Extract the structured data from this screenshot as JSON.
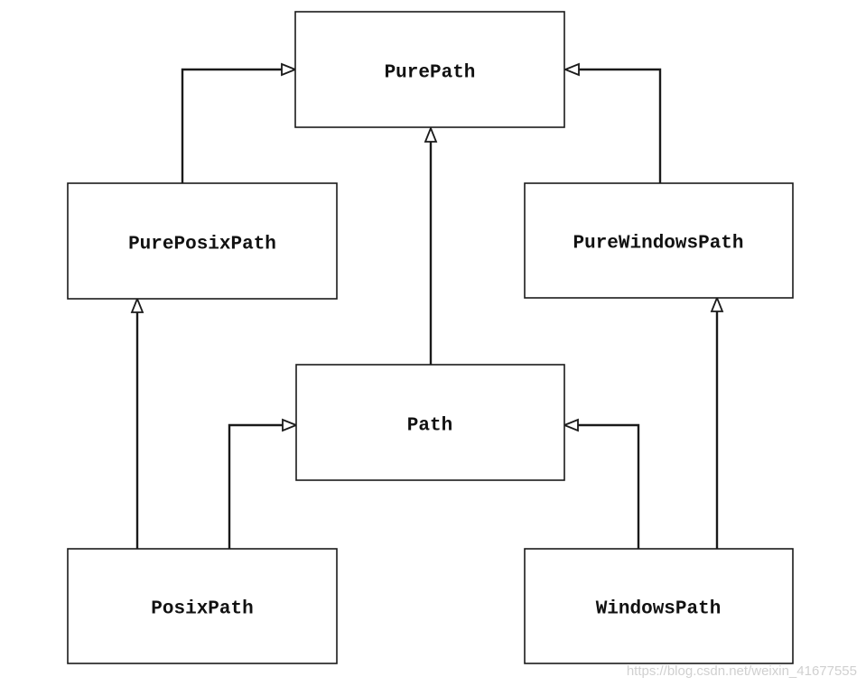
{
  "diagram": {
    "nodes": {
      "pure_path": "PurePath",
      "pure_posix_path": "PurePosixPath",
      "pure_windows_path": "PureWindowsPath",
      "path": "Path",
      "posix_path": "PosixPath",
      "windows_path": "WindowsPath"
    },
    "edges": [
      {
        "from": "pure_posix_path",
        "to": "pure_path",
        "arrow": "hollow-triangle"
      },
      {
        "from": "pure_windows_path",
        "to": "pure_path",
        "arrow": "hollow-triangle"
      },
      {
        "from": "path",
        "to": "pure_path",
        "arrow": "hollow-triangle"
      },
      {
        "from": "posix_path",
        "to": "pure_posix_path",
        "arrow": "hollow-triangle"
      },
      {
        "from": "posix_path",
        "to": "path",
        "arrow": "hollow-triangle"
      },
      {
        "from": "windows_path",
        "to": "path",
        "arrow": "hollow-triangle"
      },
      {
        "from": "windows_path",
        "to": "pure_windows_path",
        "arrow": "hollow-triangle"
      }
    ]
  },
  "watermark": "https://blog.csdn.net/weixin_41677555"
}
